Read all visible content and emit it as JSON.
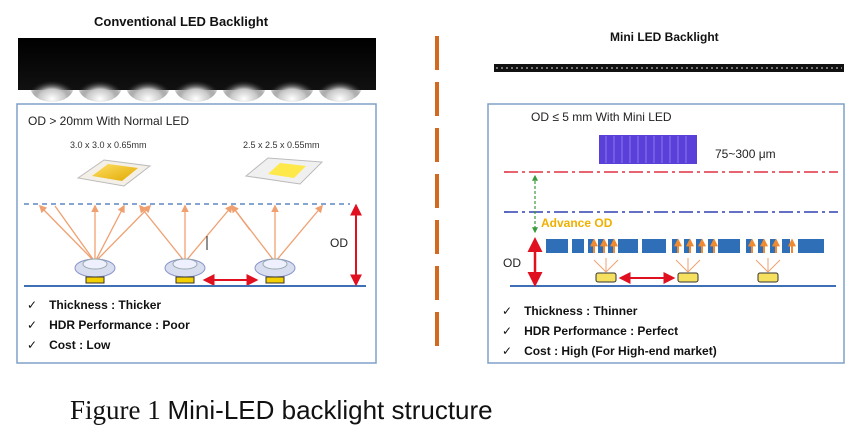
{
  "left": {
    "title": "Conventional LED Backlight",
    "od_note": "OD > 20mm With Normal LED",
    "chip_a_size": "3.0 x 3.0 x 0.65mm",
    "chip_b_size": "2.5 x 2.5 x 0.55mm",
    "od_label": "OD",
    "checks": [
      {
        "mark": "✓",
        "text": "Thickness : Thicker"
      },
      {
        "mark": "✓",
        "text": "HDR Performance : Poor"
      },
      {
        "mark": "✓",
        "text": "Cost : Low"
      }
    ]
  },
  "right": {
    "title": "Mini LED Backlight",
    "od_note": "OD ≤ 5 mm With Mini LED",
    "size_label": "75~300 μm",
    "advance_label": "Advance OD",
    "od_label": "OD",
    "checks": [
      {
        "mark": "✓",
        "text": "Thickness : Thinner"
      },
      {
        "mark": "✓",
        "text": "HDR Performance : Perfect"
      },
      {
        "mark": "✓",
        "text": "Cost : High (For High-end market)"
      }
    ]
  },
  "caption": {
    "prefix": "Figure 1",
    "text": "Mini-LED backlight structure"
  },
  "colors": {
    "panel_border": "#7fa0c9",
    "arrow_orange": "#f0a070",
    "od_arrow_red": "#e01020",
    "divider_orange": "#d2691e",
    "mini_blue": "#5a3fd8",
    "advance_yellow": "#f0b000",
    "dash_red": "#e03040",
    "dash_blue": "#3040b0"
  }
}
